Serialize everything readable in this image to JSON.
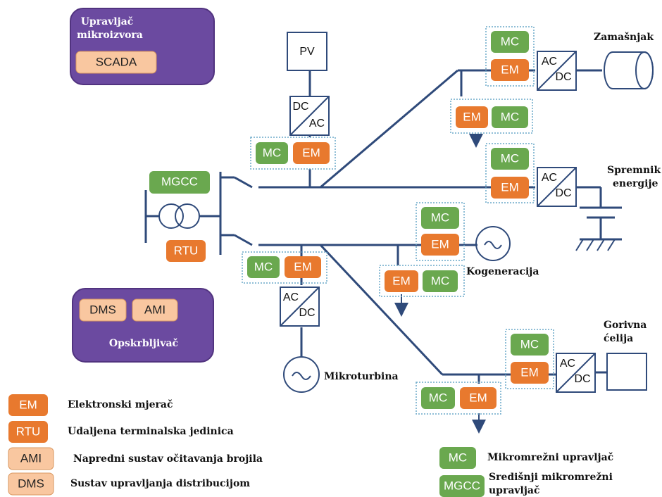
{
  "chips": {
    "MC": "MC",
    "EM": "EM",
    "MGCC": "MGCC",
    "RTU": "RTU",
    "SCADA": "SCADA",
    "DMS": "DMS",
    "AMI": "AMI"
  },
  "boxes": {
    "pv": "PV",
    "dc": "DC",
    "ac": "AC"
  },
  "panels": {
    "top_title_line1": "Upravljač",
    "top_title_line2": "mikroizvora",
    "bottom_title": "Opskrbljivač"
  },
  "labels": {
    "zamasnjak": "Zamašnjak",
    "spremnik_line1": "Spremnik",
    "spremnik_line2": "energije",
    "kogeneracija": "Kogeneracija",
    "mikroturbina": "Mikroturbina",
    "gorivna_line1": "Gorivna",
    "gorivna_line2": "ćelija"
  },
  "legend": {
    "em": "Elektronski mjerač",
    "rtu": "Udaljena terminalska jedinica",
    "ami": "Napredni sustav očitavanja brojila",
    "dms": "Sustav upravljanja distribucijom",
    "mc": "Mikromrežni upravljač",
    "mgcc_line1": "Središnji mikromrežni",
    "mgcc_line2": "upravljač"
  },
  "colors": {
    "green": "#6aa84f",
    "orange": "#e8792e",
    "light_orange": "#f9c7a0",
    "purple": "#6b4aa0",
    "line": "#2f4a7a"
  }
}
